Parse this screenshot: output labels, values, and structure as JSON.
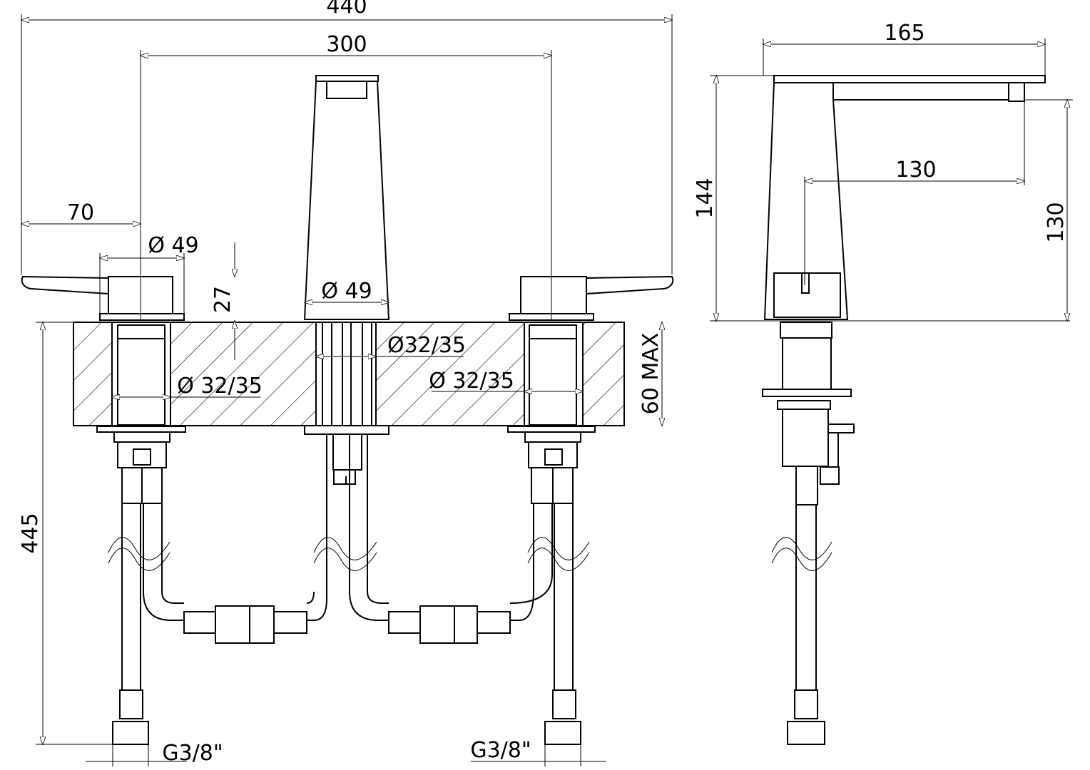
{
  "front_view": {
    "dim_overall": "440",
    "dim_center": "300",
    "dim_handle_offset": "70",
    "dim_handle_dia": "Ø 49",
    "dim_handle_height": "27",
    "dim_spout_dia": "Ø 49",
    "dim_hole_center": "Ø32/35",
    "dim_hole_left": "Ø 32/35",
    "dim_hole_right": "Ø 32/35",
    "dim_deck_max": "60 MAX",
    "dim_hose_length": "445",
    "thread_left": "G3/8\"",
    "thread_right": "G3/8\""
  },
  "side_view": {
    "dim_depth": "165",
    "dim_height": "144",
    "dim_reach": "130",
    "dim_outlet_height": "130"
  }
}
